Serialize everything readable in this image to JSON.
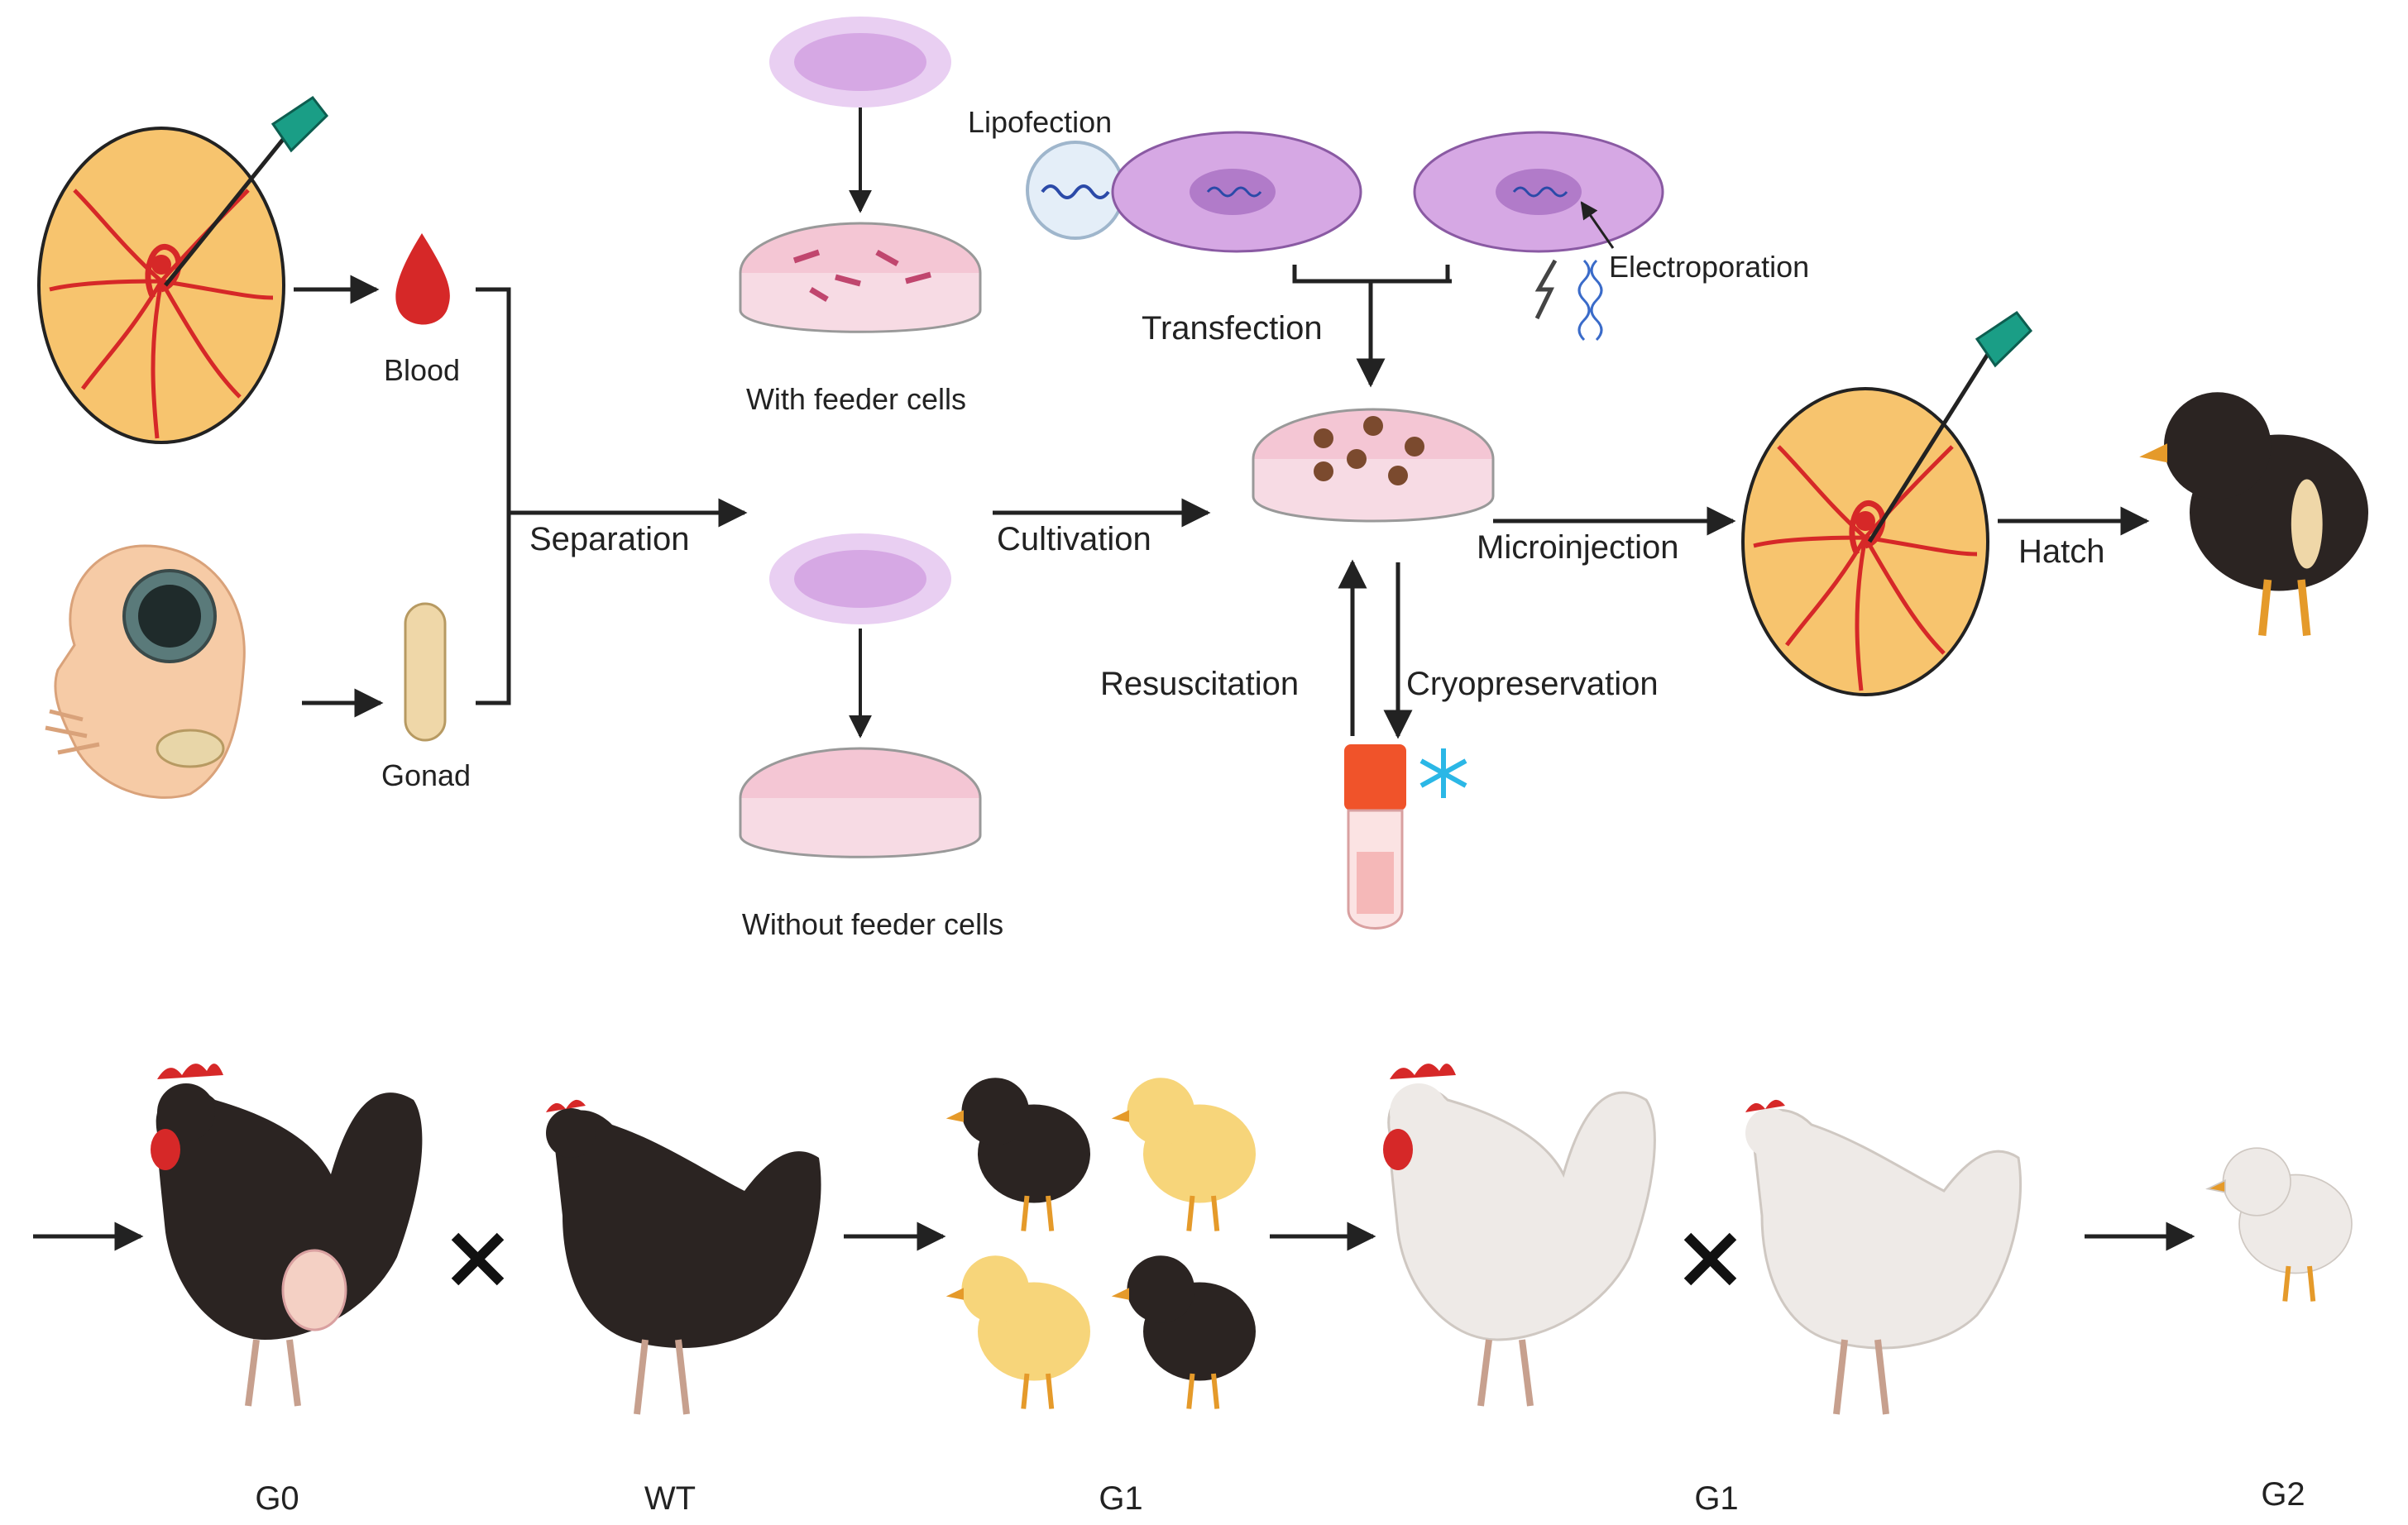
{
  "labels": {
    "blood": "Blood",
    "gonad": "Gonad",
    "separation": "Separation",
    "with_feeder": "With feeder cells",
    "without_feeder": "Without feeder cells",
    "cultivation": "Cultivation",
    "lipofection": "Lipofection",
    "electroporation": "Electroporation",
    "transfection": "Transfection",
    "microinjection": "Microinjection",
    "hatch": "Hatch",
    "resuscitation": "Resuscitation",
    "cryopreservation": "Cryopreservation"
  },
  "generations": {
    "g0": "G0",
    "wt": "WT",
    "g1a": "G1",
    "g1b": "G1",
    "g2": "G2"
  },
  "colors": {
    "egg": "#f7c46e",
    "vessel": "#d62828",
    "dish": "#f4c6d4",
    "cell": "#d6a8e4",
    "nucleus": "#b17bc9",
    "black_chicken": "#2b2422",
    "white_chicken": "#eeeae7",
    "yellow_chick": "#f7d57a",
    "needle": "#1a9e86",
    "tube_cap": "#f0532a",
    "snowflake": "#2bb7e6"
  },
  "icons": [
    "syringe-icon",
    "blood-drop-icon",
    "gonad-icon",
    "embryo-icon",
    "petri-dish-icon",
    "dna-icon",
    "lightning-icon",
    "cryo-tube-icon",
    "snowflake-icon",
    "chick-icon",
    "chicken-icon",
    "cross-icon"
  ]
}
